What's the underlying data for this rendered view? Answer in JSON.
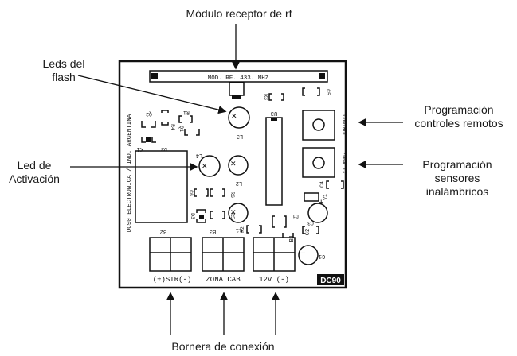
{
  "callouts": {
    "top": "Módulo receptor de rf",
    "leds_flash": [
      "Leds del",
      "flash"
    ],
    "led_activacion": [
      "Led de",
      "Activación"
    ],
    "prog_controles": [
      "Programación",
      "controles remotos"
    ],
    "prog_sensores": [
      "Programación",
      "sensores",
      "inalámbricos"
    ],
    "bornera": "Bornera de conexión"
  },
  "board": {
    "rf_module_label": "MOD. RF. 433. MHZ",
    "side_text": "DC90 ELECTRONICA / IND. ARGENTINA",
    "brand": "DC90",
    "buttons": [
      "CONTROL",
      "ZONA TX"
    ],
    "terminal_labels": [
      "(+)SIR(-)",
      "ZONA CAB",
      "12V (-)"
    ],
    "terminal_ids": [
      "B2",
      "B3",
      "B1"
    ],
    "components": {
      "q2": "Q2",
      "r1": "R1",
      "r4": "R4",
      "q1": "Q1",
      "d2": "D2",
      "k1": "K1",
      "r3": "R3",
      "c5": "C5",
      "u3": "U3",
      "l3": "L3",
      "l4": "L4",
      "l2": "L2",
      "l1": "L1",
      "c6": "C6",
      "r6": "R6",
      "d3": "D3",
      "r5": "R5",
      "r2": "R2",
      "d1": "D1",
      "c4": "C4",
      "v1": "V1",
      "c3": "C3",
      "c2": "C2",
      "c1": "C1"
    }
  }
}
